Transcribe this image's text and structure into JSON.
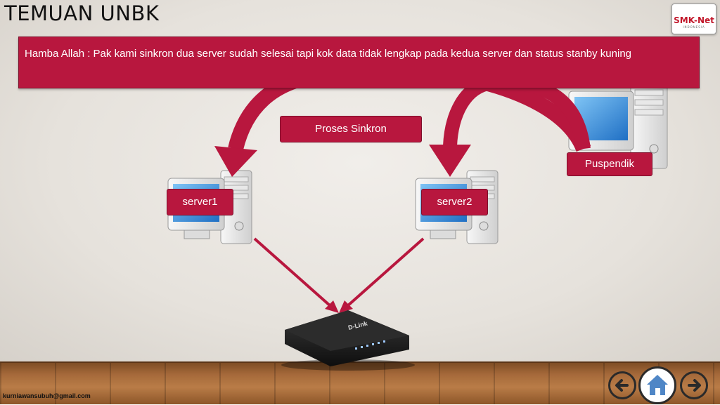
{
  "header": {
    "title": "TEMUAN UNBK"
  },
  "logo": {
    "main": "SMK-Net",
    "sub": "INDONESIA"
  },
  "banner": {
    "text": "Hamba Allah :  Pak  kami sinkron dua server sudah selesai tapi kok data tidak lengkap pada kedua server dan status stanby kuning"
  },
  "diagram": {
    "sync_label": "Proses Sinkron",
    "server1_label": "server1",
    "server2_label": "server2",
    "puspendik_label": "Puspendik",
    "switch_brand": "D-Link"
  },
  "footer": {
    "email": "kurniawansubuh@gmail.com"
  },
  "colors": {
    "accent": "#b8173e",
    "arrow": "#b8173e"
  },
  "nav": {
    "prev_icon": "arrow-left-icon",
    "home_icon": "home-icon",
    "next_icon": "arrow-right-icon"
  }
}
